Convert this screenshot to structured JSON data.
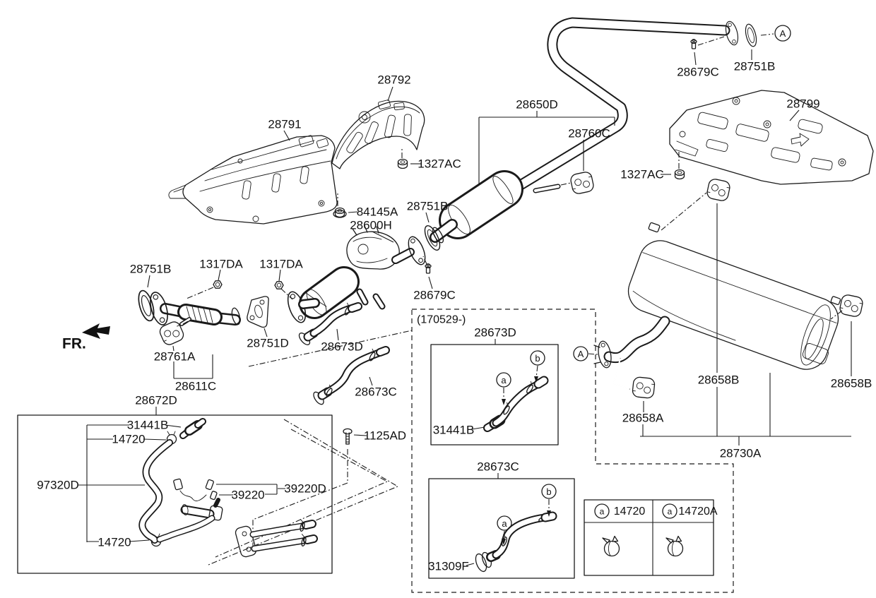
{
  "colors": {
    "line": "#1a1a1a",
    "background": "#ffffff",
    "text": "#111111"
  },
  "fr_indicator": {
    "label": "FR."
  },
  "production_note": "(170529-)",
  "callouts": {
    "a": "a",
    "b": "b",
    "A": "A"
  },
  "parts": {
    "28791": "28791",
    "28792": "28792",
    "1327AC": "1327AC",
    "28650D": "28650D",
    "28760C": "28760C",
    "28679C": "28679C",
    "28751B": "28751B",
    "28799": "28799",
    "84145A": "84145A",
    "28600H": "28600H",
    "1317DA": "1317DA",
    "28761A": "28761A",
    "28751D": "28751D",
    "28611C": "28611C",
    "28672D": "28672D",
    "31441B": "31441B",
    "14720": "14720",
    "14720A": "14720A",
    "97320D": "97320D",
    "39220": "39220",
    "39220D": "39220D",
    "1125AD": "1125AD",
    "28673D": "28673D",
    "28673C": "28673C",
    "31309F": "31309F",
    "28658A": "28658A",
    "28658B": "28658B",
    "28730A": "28730A"
  },
  "legend": {
    "cells": [
      {
        "callout": "a",
        "part_no": "14720"
      },
      {
        "callout": "a",
        "part_no": "14720A"
      }
    ]
  }
}
